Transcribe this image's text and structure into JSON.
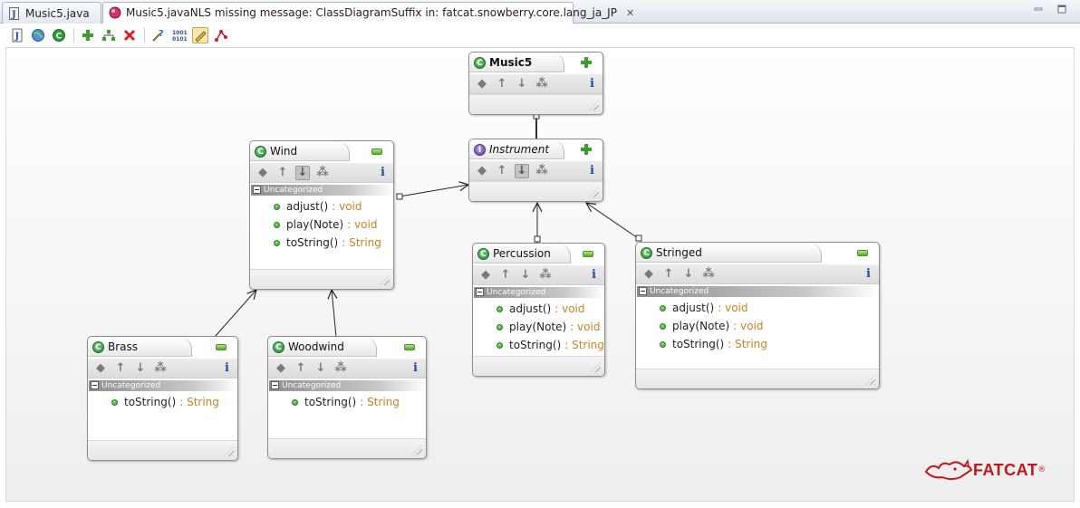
{
  "tabs": [
    {
      "label": "Music5.java",
      "active": false,
      "icon": "java-file-icon"
    },
    {
      "label": "Music5.javaNLS missing message: ClassDiagramSuffix in: fatcat.snowberry.core.lang_ja_JP",
      "active": true,
      "icon": "class-diagram-icon"
    }
  ],
  "colors": {
    "accent_green": "#3c9f2a",
    "return_type": "#c8841f",
    "info_blue": "#1c4fa0",
    "logo_red": "#c0171c"
  },
  "diagram": {
    "category_label": "Uncategorized",
    "classes": {
      "music5": {
        "name": "Music5",
        "kind": "class",
        "methods": []
      },
      "instrument": {
        "name": "Instrument",
        "kind": "interface",
        "methods": []
      },
      "wind": {
        "name": "Wind",
        "kind": "class",
        "methods": [
          {
            "name": "adjust()",
            "ret": ": void"
          },
          {
            "name": "play(Note)",
            "ret": ": void"
          },
          {
            "name": "toString()",
            "ret": ": String"
          }
        ]
      },
      "percussion": {
        "name": "Percussion",
        "kind": "class",
        "methods": [
          {
            "name": "adjust()",
            "ret": ": void"
          },
          {
            "name": "play(Note)",
            "ret": ": void"
          },
          {
            "name": "toString()",
            "ret": ": String"
          }
        ]
      },
      "stringed": {
        "name": "Stringed",
        "kind": "class",
        "methods": [
          {
            "name": "adjust()",
            "ret": ": void"
          },
          {
            "name": "play(Note)",
            "ret": ": void"
          },
          {
            "name": "toString()",
            "ret": ": String"
          }
        ]
      },
      "brass": {
        "name": "Brass",
        "kind": "class",
        "methods": [
          {
            "name": "toString()",
            "ret": ": String"
          }
        ]
      },
      "woodwind": {
        "name": "Woodwind",
        "kind": "class",
        "methods": [
          {
            "name": "toString()",
            "ret": ": String"
          }
        ]
      }
    }
  },
  "logo": {
    "text": "FATCAT",
    "mark": "®"
  }
}
